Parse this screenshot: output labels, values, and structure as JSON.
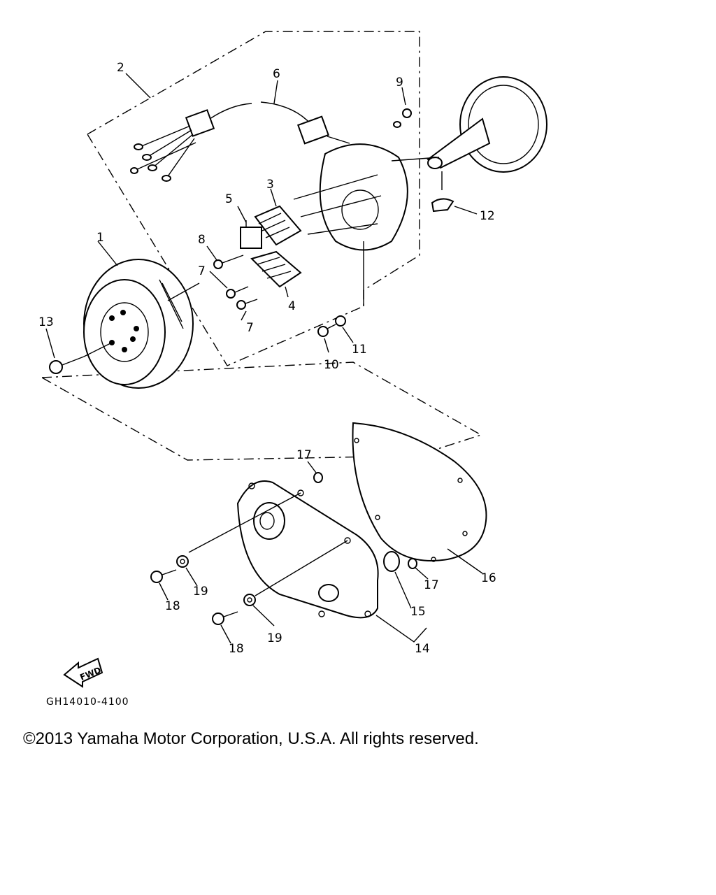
{
  "diagram": {
    "part_labels": [
      "1",
      "2",
      "3",
      "4",
      "5",
      "6",
      "7",
      "7",
      "8",
      "9",
      "10",
      "11",
      "12",
      "13",
      "14",
      "15",
      "16",
      "17",
      "17",
      "18",
      "18",
      "19",
      "19"
    ],
    "fwd_badge": "FWD",
    "diagram_code": "GH14010-4100"
  },
  "footer": {
    "copyright": "©2013 Yamaha Motor Corporation, U.S.A. All rights reserved."
  }
}
